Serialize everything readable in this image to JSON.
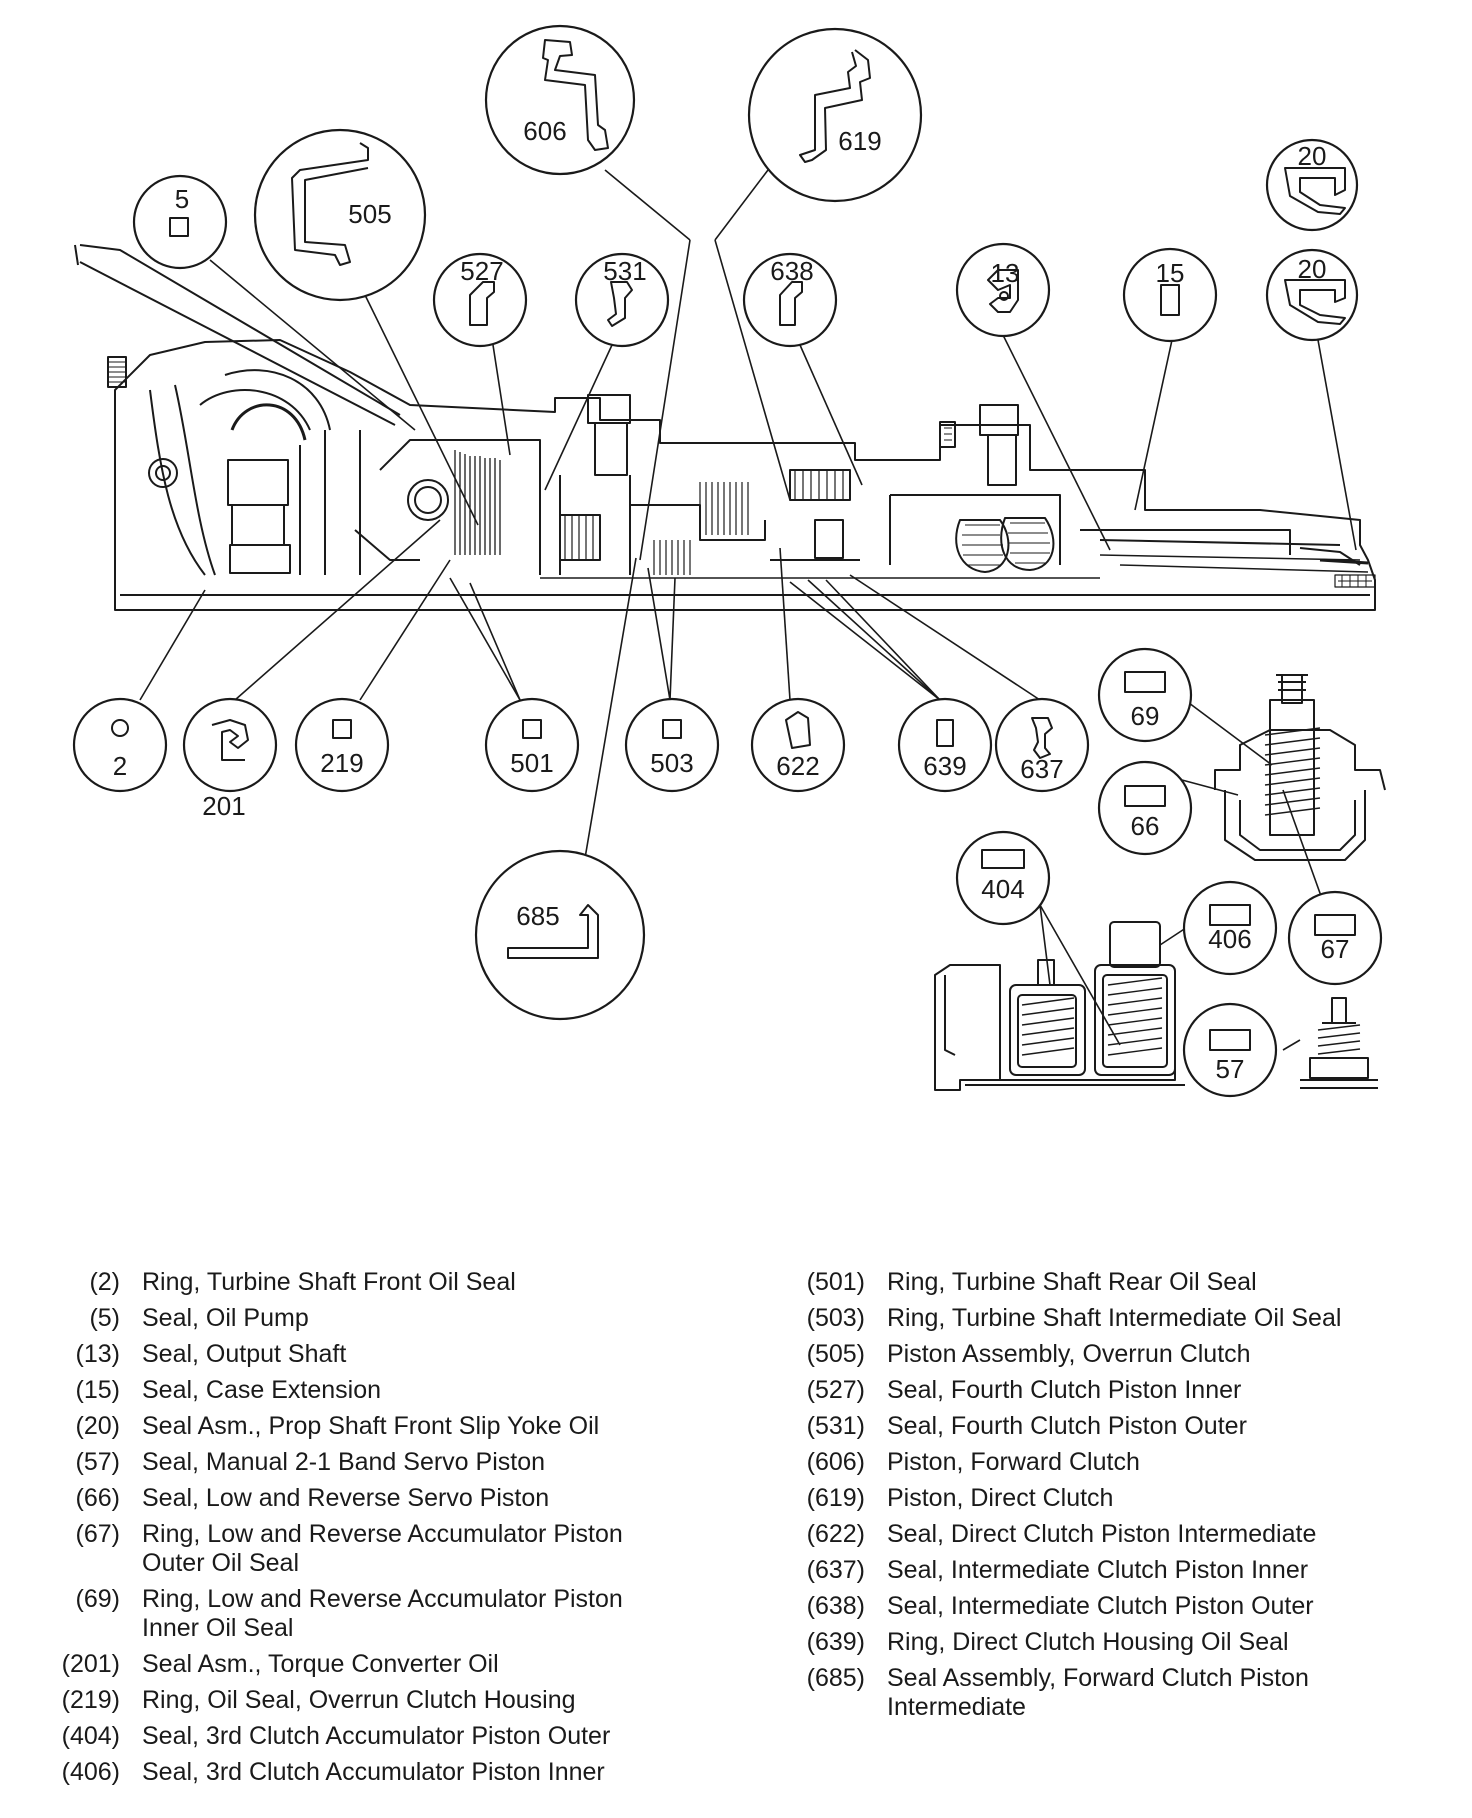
{
  "callouts": [
    "5",
    "505",
    "606",
    "619",
    "527",
    "531",
    "638",
    "13",
    "15",
    "20",
    "20",
    "2",
    "201",
    "219",
    "501",
    "503",
    "622",
    "639",
    "637",
    "69",
    "66",
    "404",
    "406",
    "67",
    "57",
    "685"
  ],
  "legend": {
    "left": [
      {
        "num": "(2)",
        "desc": "Ring, Turbine Shaft Front Oil Seal"
      },
      {
        "num": "(5)",
        "desc": "Seal, Oil Pump"
      },
      {
        "num": "(13)",
        "desc": "Seal, Output Shaft"
      },
      {
        "num": "(15)",
        "desc": "Seal, Case Extension"
      },
      {
        "num": "(20)",
        "desc": "Seal Asm., Prop Shaft Front Slip Yoke Oil"
      },
      {
        "num": "(57)",
        "desc": "Seal, Manual 2-1 Band Servo Piston"
      },
      {
        "num": "(66)",
        "desc": "Seal, Low and Reverse Servo Piston"
      },
      {
        "num": "(67)",
        "desc": "Ring, Low and Reverse Accumulator Piston",
        "desc2": "Outer Oil Seal"
      },
      {
        "num": "(69)",
        "desc": "Ring, Low and Reverse Accumulator Piston",
        "desc2": "Inner Oil Seal"
      },
      {
        "num": "(201)",
        "desc": "Seal Asm., Torque Converter Oil"
      },
      {
        "num": "(219)",
        "desc": "Ring, Oil Seal, Overrun Clutch Housing"
      },
      {
        "num": "(404)",
        "desc": "Seal, 3rd Clutch Accumulator Piston Outer"
      },
      {
        "num": "(406)",
        "desc": "Seal, 3rd Clutch Accumulator Piston Inner"
      }
    ],
    "right": [
      {
        "num": "(501)",
        "desc": "Ring, Turbine Shaft Rear Oil Seal"
      },
      {
        "num": "(503)",
        "desc": "Ring, Turbine Shaft Intermediate Oil Seal"
      },
      {
        "num": "(505)",
        "desc": "Piston Assembly, Overrun Clutch"
      },
      {
        "num": "(527)",
        "desc": "Seal, Fourth Clutch Piston Inner"
      },
      {
        "num": "(531)",
        "desc": "Seal, Fourth Clutch Piston Outer"
      },
      {
        "num": "(606)",
        "desc": "Piston, Forward Clutch"
      },
      {
        "num": "(619)",
        "desc": "Piston, Direct Clutch"
      },
      {
        "num": "(622)",
        "desc": "Seal, Direct Clutch Piston Intermediate"
      },
      {
        "num": "(637)",
        "desc": "Seal, Intermediate Clutch Piston Inner"
      },
      {
        "num": "(638)",
        "desc": "Seal, Intermediate Clutch Piston Outer"
      },
      {
        "num": "(639)",
        "desc": "Ring, Direct Clutch Housing Oil Seal"
      },
      {
        "num": "(685)",
        "desc": "Seal Assembly, Forward Clutch Piston",
        "desc2": "Intermediate"
      }
    ]
  }
}
